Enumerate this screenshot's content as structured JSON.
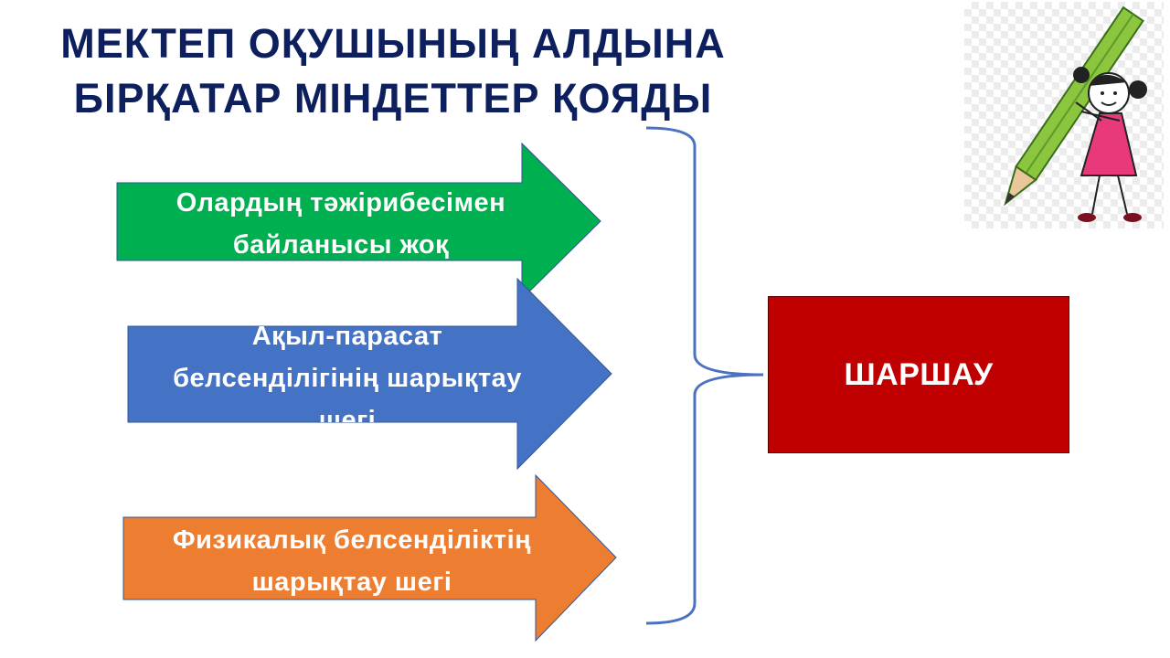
{
  "slide": {
    "title_line1": "МЕКТЕП ОҚУШЫНЫҢ АЛДЫНА",
    "title_line2": "БІРҚАТАР МІНДЕТТЕР ҚОЯДЫ"
  },
  "arrows": [
    {
      "line1": "Олардың тәжірибесімен",
      "line2": "байланысы жоқ",
      "line3": "",
      "color": "#00b050"
    },
    {
      "line1": "Ақыл-парасат",
      "line2": "белсенділігінің шарықтау",
      "line3": "шегі",
      "color": "#4472c4"
    },
    {
      "line1": "Физикалық белсенділіктің",
      "line2": "шарықтау шегі",
      "line3": "",
      "color": "#ed7d31"
    }
  ],
  "result": {
    "label": "ШАРШАУ",
    "color": "#c00000"
  },
  "brace_color": "#4a72c0",
  "illustration": {
    "icon": "girl-with-pencil-icon"
  }
}
